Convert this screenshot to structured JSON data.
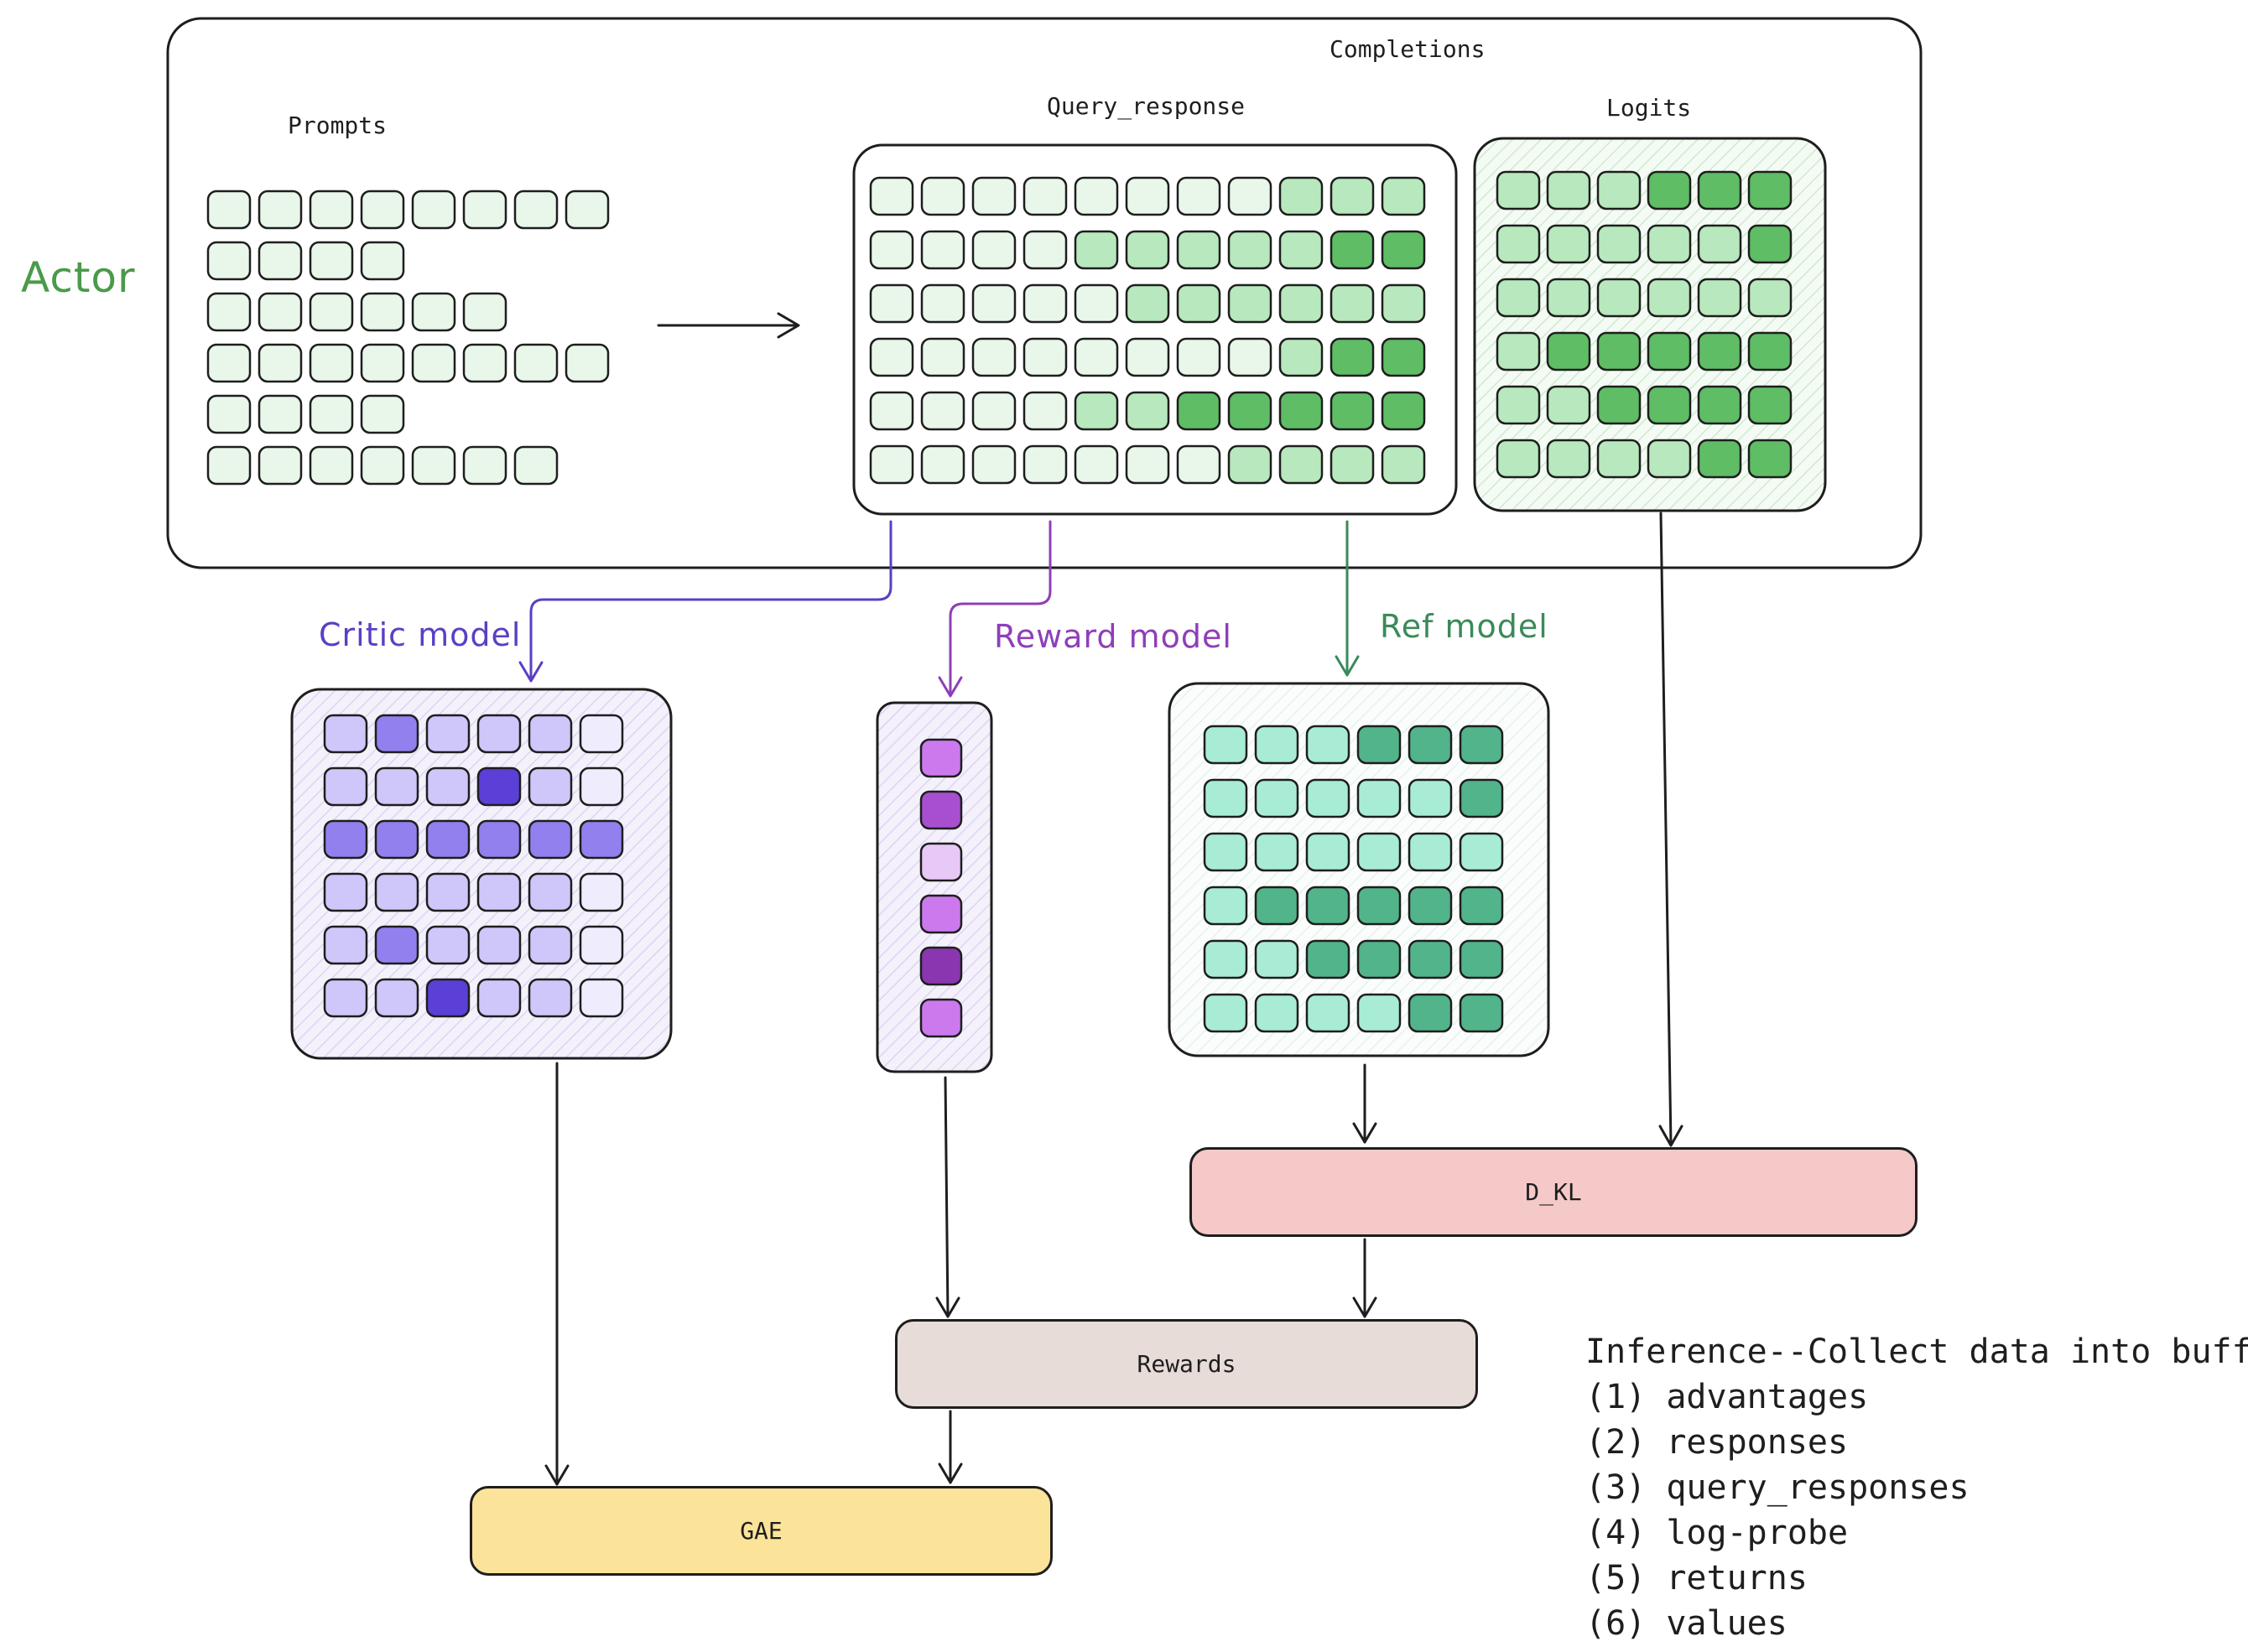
{
  "labels": {
    "completions": "Completions",
    "prompts": "Prompts",
    "query_response": "Query_response",
    "logits": "Logits",
    "actor": "Actor",
    "critic_model": "Critic model",
    "reward_model": "Reward model",
    "ref_model": "Ref model",
    "d_kl": "D_KL",
    "rewards": "Rewards",
    "gae": "GAE"
  },
  "notes": {
    "title": "Inference--Collect data into buffer:",
    "items": [
      "(1) advantages",
      "(2) responses",
      "(3) query_responses",
      "(4) log-probe",
      "(5) returns",
      "(6) values"
    ]
  },
  "colors": {
    "actor_label": "#4a9a4a",
    "critic_label": "#5b3fc4",
    "reward_label": "#8e3fb8",
    "ref_label": "#3a8a5a",
    "d_kl_fill": "#f6c9c9",
    "rewards_fill": "#e8dcd8",
    "gae_fill": "#fbe49a"
  },
  "matrices": {
    "prompts_row_lengths": [
      8,
      4,
      6,
      8,
      4,
      7
    ],
    "query_response": [
      [
        0,
        0,
        0,
        0,
        0,
        0,
        0,
        0,
        1,
        1,
        1
      ],
      [
        0,
        0,
        0,
        0,
        1,
        1,
        1,
        1,
        1,
        2,
        2
      ],
      [
        0,
        0,
        0,
        0,
        0,
        1,
        1,
        1,
        1,
        1,
        1
      ],
      [
        0,
        0,
        0,
        0,
        0,
        0,
        0,
        0,
        1,
        2,
        2
      ],
      [
        0,
        0,
        0,
        0,
        1,
        1,
        2,
        2,
        2,
        2,
        2
      ],
      [
        0,
        0,
        0,
        0,
        0,
        0,
        0,
        1,
        1,
        1,
        1
      ]
    ],
    "logits": [
      [
        1,
        1,
        1,
        2,
        2,
        2
      ],
      [
        1,
        1,
        1,
        1,
        1,
        2
      ],
      [
        1,
        1,
        1,
        1,
        1,
        1
      ],
      [
        1,
        2,
        2,
        2,
        2,
        2
      ],
      [
        1,
        1,
        2,
        2,
        2,
        2
      ],
      [
        1,
        1,
        1,
        1,
        2,
        2
      ]
    ],
    "critic": [
      [
        1,
        2,
        1,
        1,
        1,
        0
      ],
      [
        1,
        1,
        1,
        3,
        1,
        0
      ],
      [
        2,
        2,
        2,
        2,
        2,
        2
      ],
      [
        1,
        1,
        1,
        1,
        1,
        0
      ],
      [
        1,
        2,
        1,
        1,
        1,
        0
      ],
      [
        1,
        1,
        3,
        1,
        1,
        0
      ]
    ],
    "reward": [
      1,
      2,
      0,
      1,
      3,
      1
    ],
    "ref": [
      [
        0,
        0,
        0,
        1,
        1,
        1
      ],
      [
        0,
        0,
        0,
        0,
        0,
        1
      ],
      [
        0,
        0,
        0,
        0,
        0,
        0
      ],
      [
        0,
        1,
        1,
        1,
        1,
        1
      ],
      [
        0,
        0,
        1,
        1,
        1,
        1
      ],
      [
        0,
        0,
        0,
        0,
        1,
        1
      ]
    ]
  }
}
